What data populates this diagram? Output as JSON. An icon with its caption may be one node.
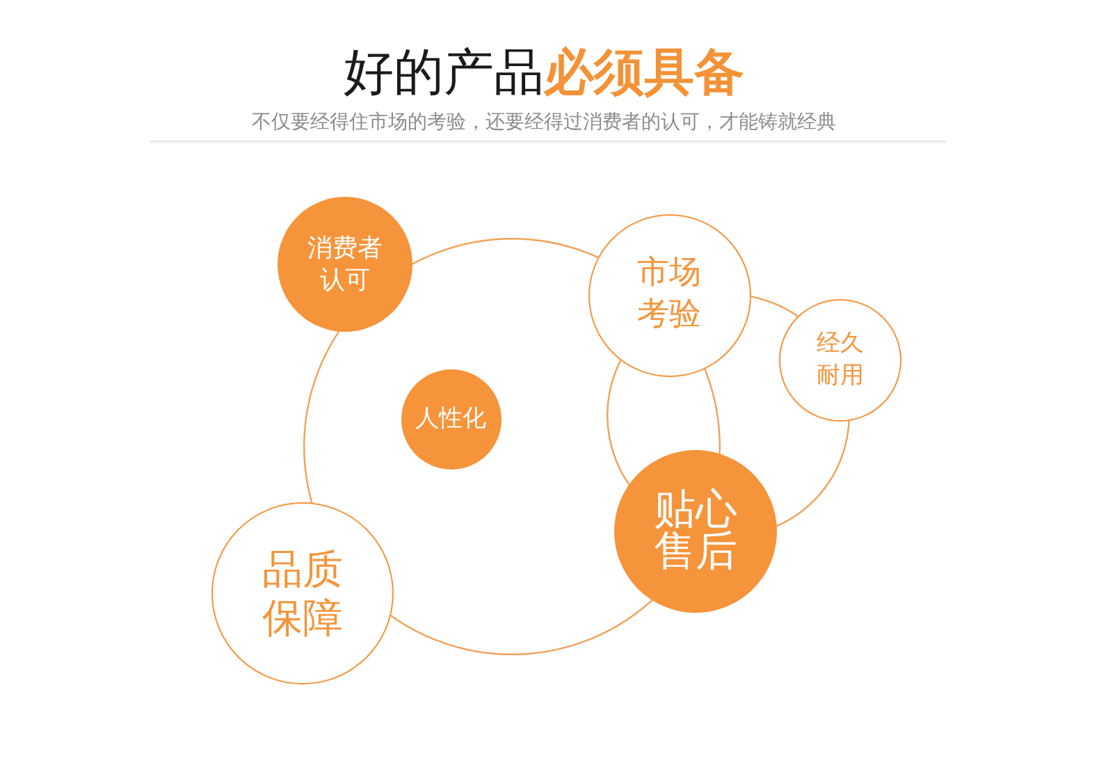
{
  "diagram": {
    "title": "好的产品**必须具备**",
    "nodes": [
      {
        "text": [],
        "shape": "circle"
      },
      {
        "text": [
          "消费者认可"
        ]
      },
      {
        "text": [
          "市场考验"
        ]
      },
      {
        "text": [],
        "shape": "circle"
      },
      {
        "text": [
          "经久耐用"
        ]
      },
      {
        "text": [
          "人性化"
        ],
        "in": 0
      },
      {
        "text": [
          "贴心售后"
        ]
      },
      {
        "text": [
          "品质保障"
        ]
      }
    ],
    "labels": [
      "不仅要经得住市场的考验，还要经得过消费者的认可，才能铸就经典"
    ]
  }
}
